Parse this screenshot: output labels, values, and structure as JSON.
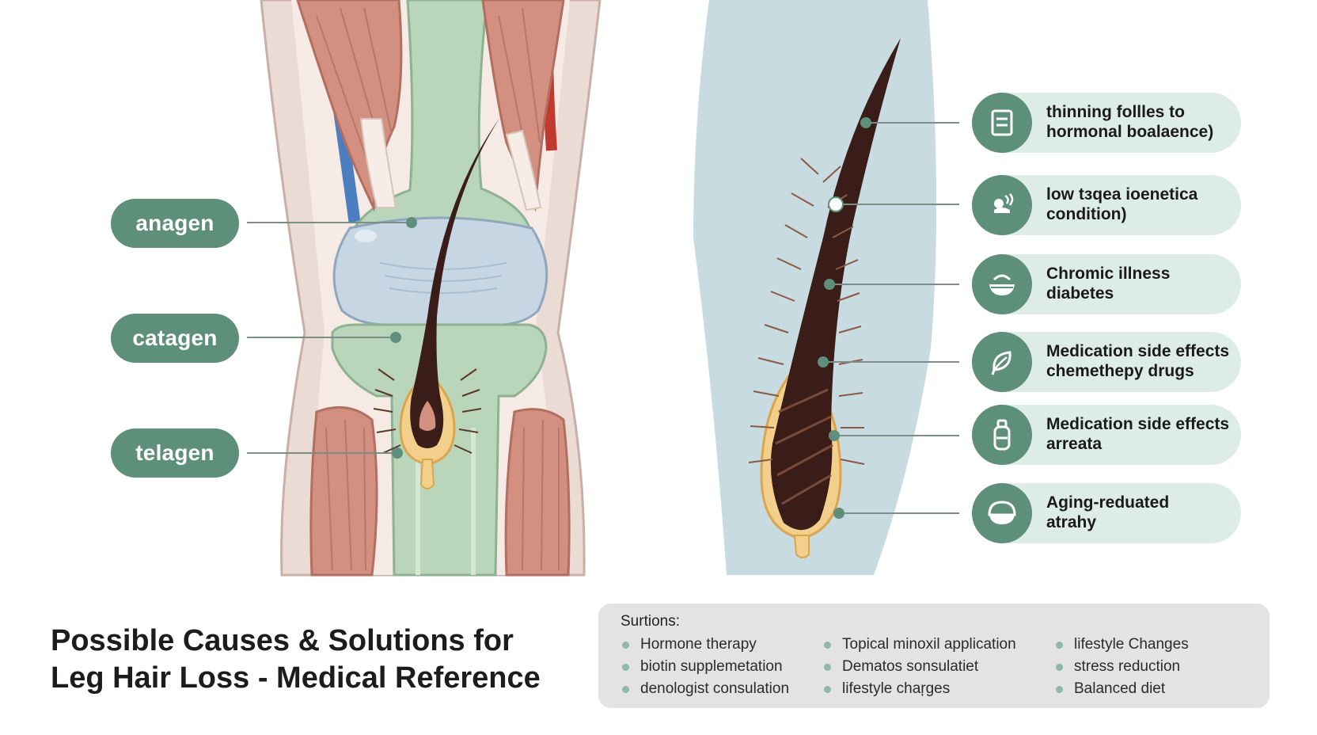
{
  "colors": {
    "accent": "#5e8f7a",
    "card_background": "#deece8",
    "panel_background": "#e3e3e3",
    "bullet": "#8fb8a6"
  },
  "phases": [
    {
      "label": "anagen"
    },
    {
      "label": "catagen"
    },
    {
      "label": "telagen"
    }
  ],
  "causes": [
    {
      "icon": "document-icon",
      "lines": [
        "thinning follles to",
        "hormonal boalaence)"
      ]
    },
    {
      "icon": "stethoscope-icon",
      "lines": [
        "low tзqea ioenetica",
        "condition)"
      ]
    },
    {
      "icon": "bowl-icon",
      "lines": [
        "Chromic illness",
        "diabetes"
      ]
    },
    {
      "icon": "leaf-icon",
      "lines": [
        "Medication side effects",
        "chemethepy drugs"
      ]
    },
    {
      "icon": "bottle-icon",
      "lines": [
        "Medication side effects",
        "arreata"
      ]
    },
    {
      "icon": "dome-icon",
      "lines": [
        "Aging-reduated",
        "atrahy"
      ]
    }
  ],
  "title": {
    "line1": "Possible Causes & Solutions for",
    "line2": "Leg Hair Loss - Medical Reference"
  },
  "solutions": {
    "heading": "Surtions:",
    "columns": [
      [
        "Hormone therapy",
        "biotin supplemetation",
        "denologist consulation"
      ],
      [
        "Topical minoxil application",
        "Dematos sonsulatiet",
        "lifestyle chaŗges"
      ],
      [
        "lifestyle Changes",
        "stress reduction",
        "Balanced diet"
      ]
    ]
  }
}
